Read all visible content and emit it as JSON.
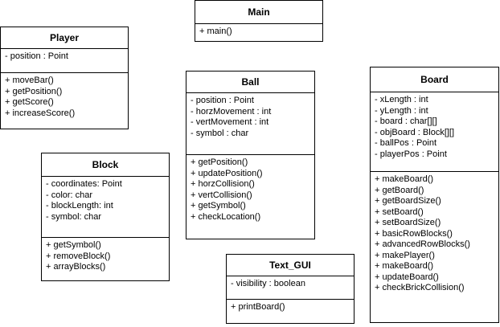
{
  "classes": {
    "main": {
      "name": "Main",
      "attributes": [],
      "methods": [
        "+ main()"
      ]
    },
    "player": {
      "name": "Player",
      "attributes": [
        "- position : Point"
      ],
      "methods": [
        "+ moveBar()",
        "+ getPosition()",
        "+ getScore()",
        "+ increaseScore()"
      ]
    },
    "ball": {
      "name": "Ball",
      "attributes": [
        "- position : Point",
        "- horzMovement : int",
        "- vertMovement : int",
        "- symbol : char"
      ],
      "methods": [
        "+ getPosition()",
        "+ updatePosition()",
        "+ horzCollision()",
        "+ vertCollision()",
        "+ getSymbol()",
        "+ checkLocation()"
      ]
    },
    "board": {
      "name": "Board",
      "attributes": [
        "- xLength : int",
        "- yLength : int",
        "- board : char[][]",
        "- objBoard : Block[][]",
        "- ballPos : Point",
        "- playerPos : Point"
      ],
      "methods": [
        "+ makeBoard()",
        "+ getBoard()",
        "+ getBoardSize()",
        "+ setBoard()",
        "+ setBoardSize()",
        "+ basicRowBlocks()",
        "+ advancedRowBlocks()",
        "+ makePlayer()",
        "+ makeBoard()",
        "+ updateBoard()",
        "+ checkBrickCollision()"
      ]
    },
    "block": {
      "name": "Block",
      "attributes": [
        "- coordinates: Point",
        "- color: char",
        "- blockLength: int",
        "- symbol: char"
      ],
      "methods": [
        "+ getSymbol()",
        "+ removeBlock()",
        "+ arrayBlocks()"
      ]
    },
    "textgui": {
      "name": "Text_GUI",
      "attributes": [
        "- visibility : boolean"
      ],
      "methods": [
        "+ printBoard()"
      ]
    }
  }
}
